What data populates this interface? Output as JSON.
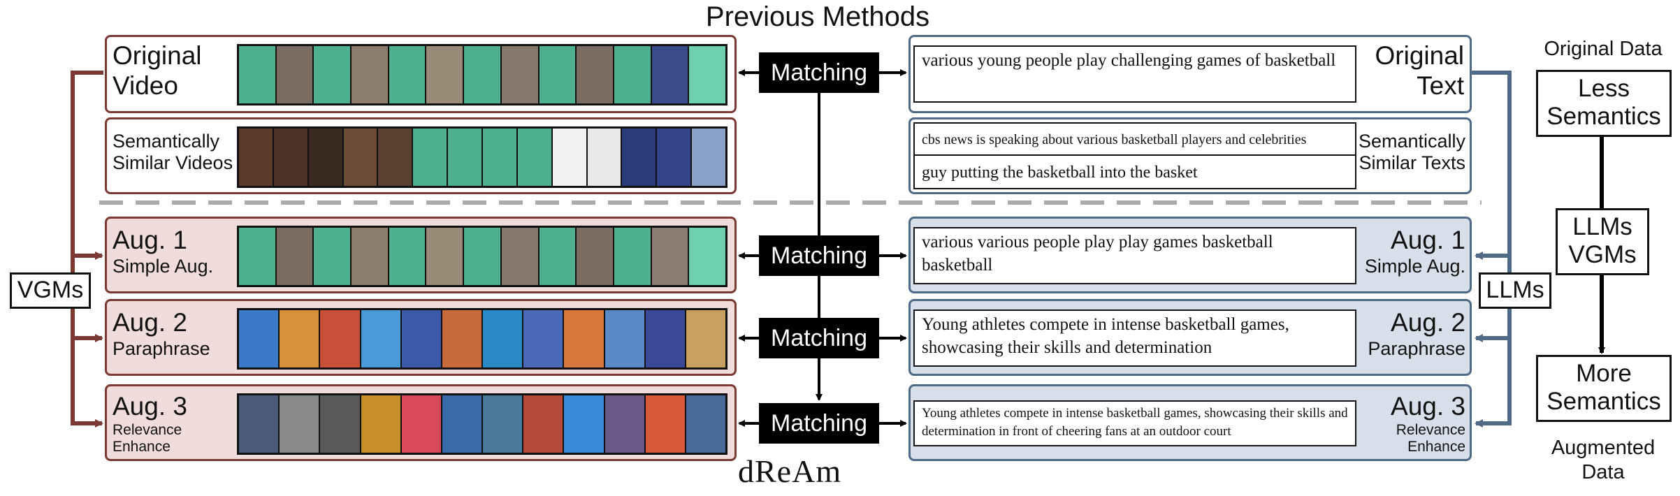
{
  "title": "Previous Methods",
  "matching_label": "Matching",
  "dream_label": "dReAm",
  "left_tag": "VGMs",
  "right_tag": "LLMs",
  "original": {
    "video_label": [
      "Original",
      "Video"
    ],
    "text_label": [
      "Original",
      "Text"
    ],
    "text": "various young people play challenging games of basketball"
  },
  "similar": {
    "video_label": [
      "Semantically",
      "Similar Videos"
    ],
    "text_label": [
      "Semantically",
      "Similar Texts"
    ],
    "texts": [
      "cbs news is speaking about various basketball players and celebrities",
      "guy putting the basketball into the basket"
    ]
  },
  "augs": [
    {
      "title": "Aug. 1",
      "sub": [
        "Simple Aug."
      ],
      "text": "various various people play play games basketball basketball"
    },
    {
      "title": "Aug. 2",
      "sub": [
        "Paraphrase"
      ],
      "text": "Young athletes compete in intense basketball games, showcasing their skills and determination"
    },
    {
      "title": "Aug. 3",
      "sub": [
        "Relevance",
        "Enhance"
      ],
      "text": "Young athletes compete in intense basketball games, showcasing their skills and determination in front of cheering fans at an outdoor court"
    }
  ],
  "right_panel": {
    "original_data": "Original Data",
    "less": [
      "Less",
      "Semantics"
    ],
    "middle": [
      "LLMs",
      "VGMs"
    ],
    "more": [
      "More",
      "Semantics"
    ],
    "augmented": [
      "Augmented",
      "Data"
    ]
  },
  "colors": {
    "video_border": "#7a3a33",
    "text_border": "#4f6a85",
    "video_fill": "#f0dcdb",
    "text_fill": "#d7e0ea"
  }
}
